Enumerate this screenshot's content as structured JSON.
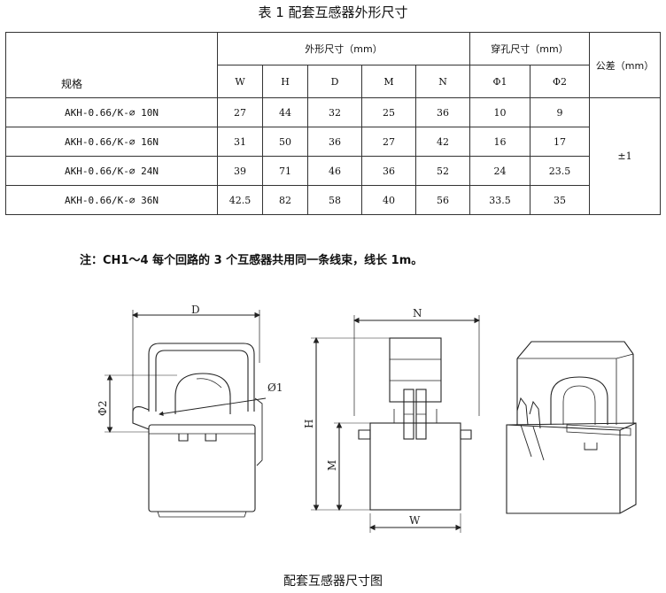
{
  "title": "表 1 配套互感器外形尺寸",
  "table": {
    "spec_label": "规格",
    "group_outer": "外形尺寸（mm）",
    "group_hole": "穿孔尺寸（mm）",
    "tolerance_header": "公差（mm）",
    "columns": [
      "W",
      "H",
      "D",
      "M",
      "N",
      "Φ1",
      "Φ2"
    ],
    "rows": [
      {
        "model": "AKH-0.66/K-∅ 10N",
        "values": [
          "27",
          "44",
          "32",
          "25",
          "36",
          "10",
          "9"
        ]
      },
      {
        "model": "AKH-0.66/K-∅ 16N",
        "values": [
          "31",
          "50",
          "36",
          "27",
          "42",
          "16",
          "17"
        ]
      },
      {
        "model": "AKH-0.66/K-∅ 24N",
        "values": [
          "39",
          "71",
          "46",
          "36",
          "52",
          "24",
          "23.5"
        ]
      },
      {
        "model": "AKH-0.66/K-∅ 36N",
        "values": [
          "42.5",
          "82",
          "58",
          "40",
          "56",
          "33.5",
          "35"
        ]
      }
    ],
    "tolerance": "±1"
  },
  "note": "注：CH1～4 每个回路的 3 个互感器共用同一条线束，线长 1m。",
  "drawing": {
    "label_D": "D",
    "label_N": "N",
    "label_H": "H",
    "label_M": "M",
    "label_W": "W",
    "label_phi1": "Ø1",
    "label_phi2": "Φ2"
  },
  "caption": "配套互感器尺寸图"
}
